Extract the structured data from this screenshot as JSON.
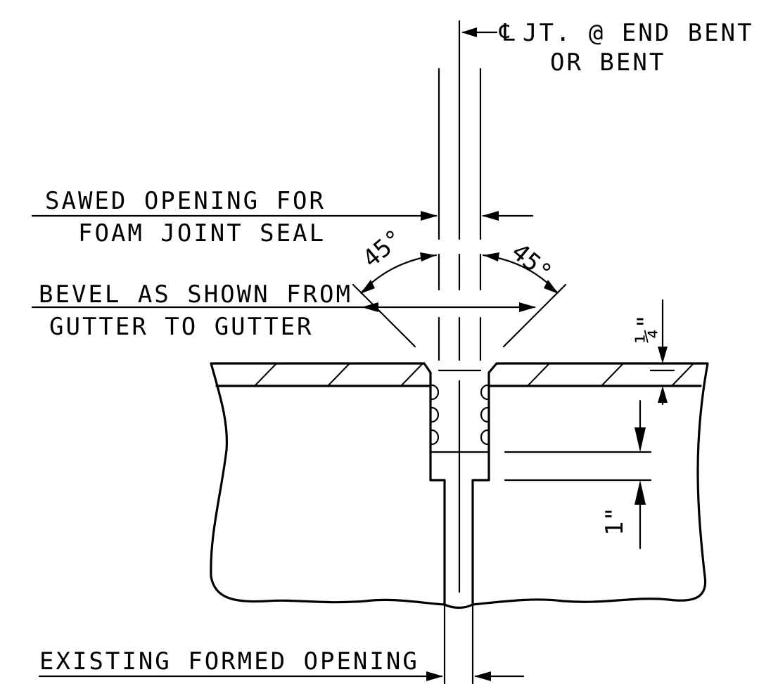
{
  "labels": {
    "centerline_symbol": "℄",
    "centerline_line1": "JT. @ END BENT",
    "centerline_line2": "OR BENT",
    "sawed_line1": "SAWED OPENING FOR",
    "sawed_line2": "FOAM JOINT SEAL",
    "bevel_line1": "BEVEL AS SHOWN FROM",
    "bevel_line2": "GUTTER TO GUTTER",
    "existing": "EXISTING FORMED OPENING"
  },
  "dimensions": {
    "angle_left": "45°",
    "angle_right": "45°",
    "depth_top": "¼\"",
    "depth_seal": "1\""
  }
}
